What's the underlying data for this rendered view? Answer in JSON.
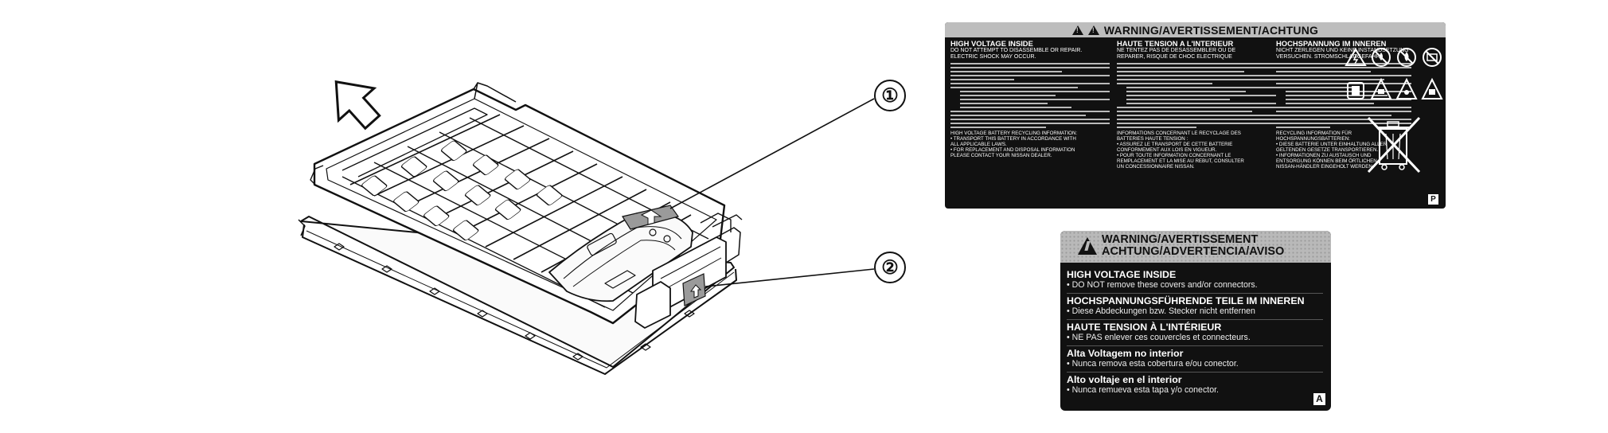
{
  "diagram": {
    "callouts": [
      {
        "number": "①",
        "target": "upper label"
      },
      {
        "number": "②",
        "target": "side label"
      }
    ],
    "arrow_icon": "front-direction-arrow-icon"
  },
  "label_p": {
    "title": "WARNING/AVERTISSEMENT/ACHTUNG",
    "col1": {
      "head": "HIGH VOLTAGE INSIDE",
      "sub1": "DO NOT ATTEMPT TO DISASSEMBLE OR REPAIR.",
      "sub2": "ELECTRIC SHOCK MAY OCCUR.",
      "recycle1": "HIGH VOLTAGE BATTERY RECYCLING INFORMATION:",
      "recycle2": "• TRANSPORT THIS BATTERY IN ACCORDANCE WITH",
      "recycle3": "ALL APPLICABLE LAWS.",
      "recycle4": "• FOR REPLACEMENT AND DISPOSAL INFORMATION",
      "recycle5": "PLEASE CONTACT YOUR NISSAN DEALER."
    },
    "col2": {
      "head": "HAUTE TENSION A L'INTERIEUR",
      "sub1": "NE TENTEZ PAS DE DESASSEMBLER OU DE",
      "sub2": "REPARER, RISQUE DE CHOC ELECTRIQUE",
      "recycle1": "INFORMATIONS CONCERNANT LE RECYCLAGE DES",
      "recycle2": "BATTERIES HAUTE TENSION :",
      "recycle3": "• ASSUREZ LE TRANSPORT DE CETTE BATTERIE",
      "recycle4": "CONFORMEMENT AUX LOIS EN VIGUEUR.",
      "recycle5": "• POUR TOUTE INFORMATION CONCERNANT LE",
      "recycle6": "REMPLACEMENT ET LA MISE AU REBUT, CONSULTER",
      "recycle7": "UN CONCESSIONNAIRE NISSAN."
    },
    "col3": {
      "head": "HOCHSPANNUNG IM INNEREN",
      "sub1": "NICHT ZERLEGEN UND KEINE INSTANDSETZUNG",
      "sub2": "VERSUCHEN. STROMSCHLAGGEFAHR",
      "recycle1": "RECYCLING INFORMATION FÜR",
      "recycle2": "HOCHSPANNUNGSBATTERIEN:",
      "recycle3": "• DIESE BATTERIE UNTER EINHALTUNG ALLER",
      "recycle4": "GELTENDEN GESETZE TRANSPORTIEREN.",
      "recycle5": "• INFORMATIONEN ZU AUSTAUSCH UND",
      "recycle6": "ENTSORGUNG KÖNNEN BEIM ÖRTLICHEN",
      "recycle7": "NISSAN-HÄNDLER EINGEHOLT WERDEN."
    },
    "icons": [
      "high-voltage-warning-icon",
      "no-fire-icon",
      "no-water-icon",
      "no-disassembly-icon",
      "read-manual-icon",
      "corrosive-icon",
      "explosive-icon",
      "do-not-dispose-bin-icon"
    ],
    "letter": "P"
  },
  "label_a": {
    "title_line1": "WARNING/AVERTISSEMENT",
    "title_line2": "ACHTUNG/ADVERTENCIA/AVISO",
    "rows": [
      {
        "head": "HIGH VOLTAGE INSIDE",
        "sub": "• DO NOT remove these covers and/or connectors."
      },
      {
        "head": "HOCHSPANNUNGSFÜHRENDE TEILE IM INNEREN",
        "sub": "• Diese Abdeckungen bzw. Stecker nicht entfernen"
      },
      {
        "head": "HAUTE TENSION À L'INTÉRIEUR",
        "sub": "• NE PAS enlever ces couvercles et connecteurs."
      },
      {
        "head": "Alta Voltagem no interior",
        "sub": "• Nunca remova esta cobertura e/ou conector."
      },
      {
        "head": "Alto voltaje en el interior",
        "sub": "• Nunca remueva esta tapa y/o conector."
      }
    ],
    "letter": "A"
  }
}
